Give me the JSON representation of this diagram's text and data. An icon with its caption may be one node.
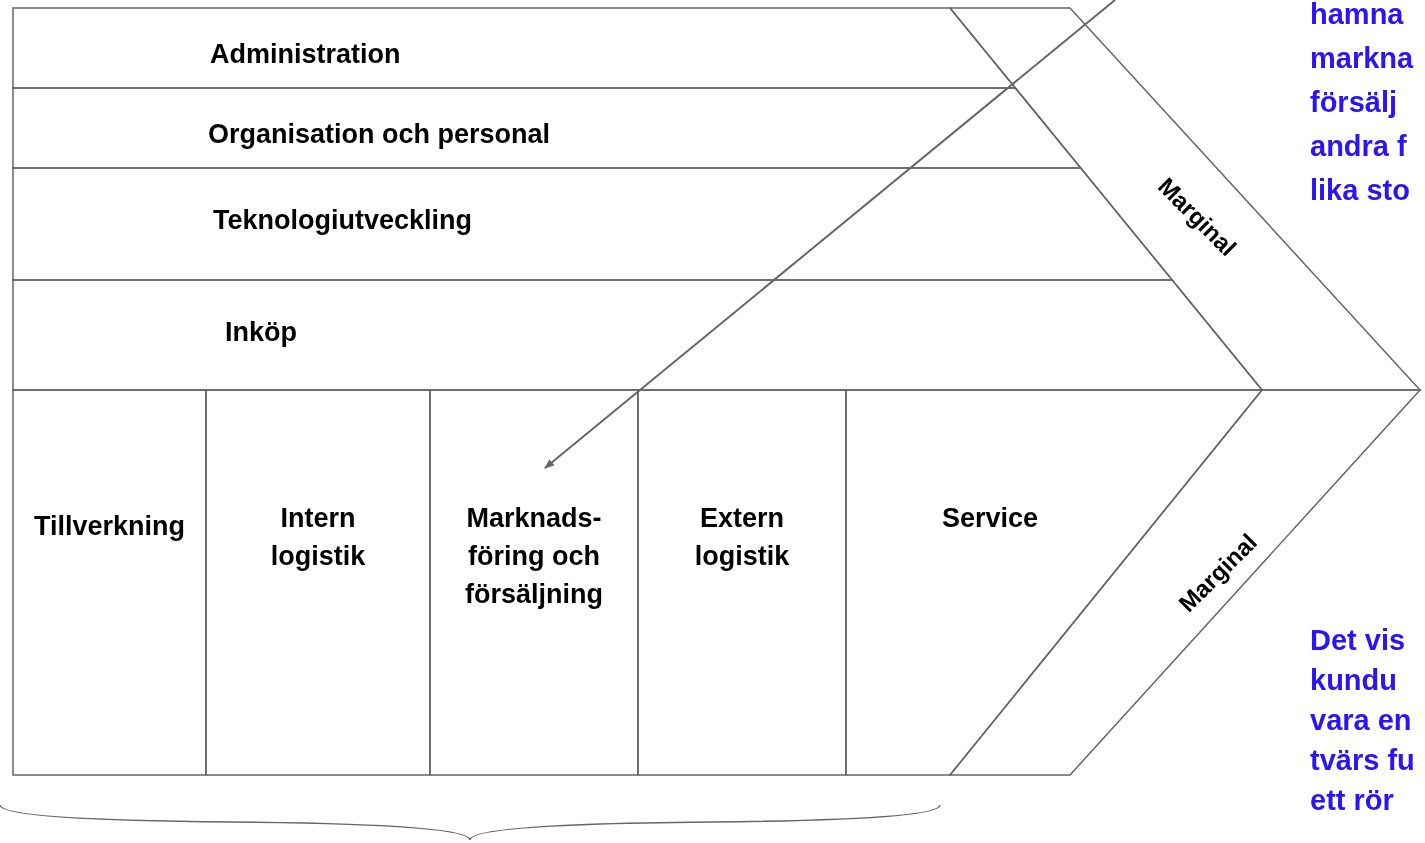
{
  "diagram": {
    "nodes": [
      {
        "text": [
          "Administration"
        ]
      },
      {
        "text": [
          "Organisation och personal"
        ]
      },
      {
        "text": [
          "Teknologiutveckling"
        ]
      },
      {
        "text": [
          "Inköp"
        ]
      },
      {
        "text": [
          "Tillverkning"
        ]
      },
      {
        "text": [
          "Intern logistik"
        ]
      },
      {
        "text": [
          "Marknads-föring och försäljning"
        ]
      },
      {
        "text": [
          "Extern logistik"
        ]
      },
      {
        "text": [
          "Service"
        ]
      },
      {
        "text": [
          "Marginal"
        ]
      },
      {
        "text": [
          "Marginal"
        ]
      }
    ],
    "edges": [
      {
        "from": null,
        "to": 6,
        "arrow": "to"
      }
    ],
    "labels": [
      "hamna markna försälj andra f lika sto",
      "Det vis kundu vara en tvärs fu ett rör"
    ]
  }
}
